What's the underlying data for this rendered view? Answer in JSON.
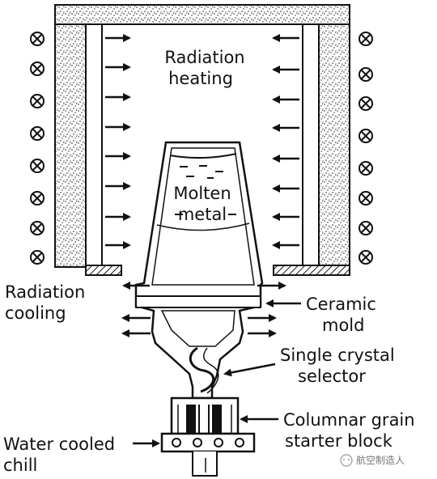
{
  "labels": {
    "radiation_heating_line1": "Radiation",
    "radiation_heating_line2": "heating",
    "molten_metal_line1": "Molten",
    "molten_metal_line2": "metal",
    "radiation_cooling_line1": "Radiation",
    "radiation_cooling_line2": "cooling",
    "ceramic_mold_line1": "Ceramic",
    "ceramic_mold_line2": "mold",
    "selector_line1": "Single crystal",
    "selector_line2": "selector",
    "starter_block_line1": "Columnar grain",
    "starter_block_line2": "starter block",
    "chill_line1": "Water cooled",
    "chill_line2": "chill"
  },
  "watermark": "航空制造人",
  "icons": {
    "induction_coil": "circle-x-icon",
    "heat_arrow": "arrow-icon"
  }
}
